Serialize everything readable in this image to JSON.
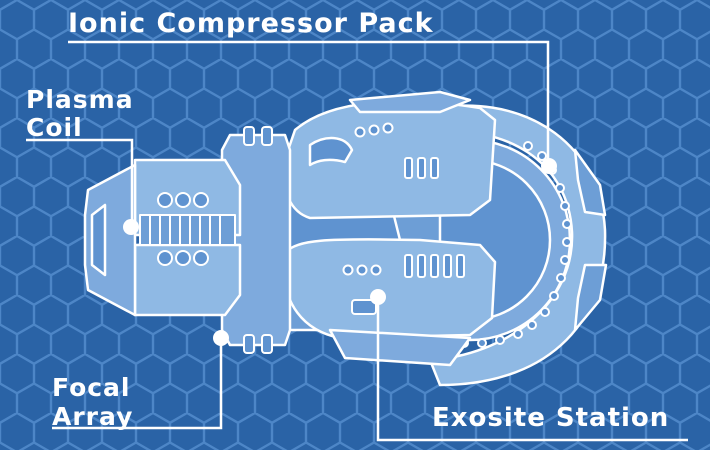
{
  "callouts": {
    "ionic_compressor": {
      "title": "Ionic Compressor Pack"
    },
    "plasma_coil": {
      "line1": "Plasma",
      "line2": "Coil"
    },
    "focal_array": {
      "line1": "Focal",
      "line2": "Array"
    },
    "exosite_station": {
      "title": "Exosite Station"
    }
  },
  "colors": {
    "background": "#2a63a6",
    "hex_grid": "#4d86c7",
    "blueprint_fill": "#8fb9e4",
    "blueprint_fill_dark": "#5f93d0",
    "line": "#ffffff"
  }
}
